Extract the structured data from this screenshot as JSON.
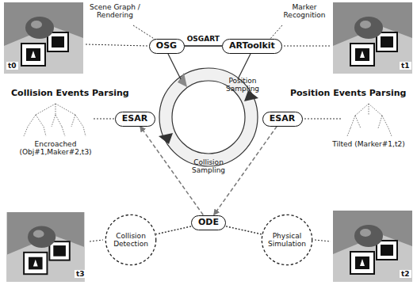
{
  "diagram": {
    "nodes": [
      {
        "text": [
          "OSG"
        ]
      },
      {
        "text": [
          "ARToolkit"
        ]
      },
      {
        "text": [
          "ESAR"
        ]
      },
      {
        "text": [
          "ESAR"
        ]
      },
      {
        "text": [
          "ODE"
        ]
      },
      {
        "text": [
          "Collision Detection"
        ]
      },
      {
        "text": [
          "Physical Simulation"
        ]
      }
    ],
    "edges": [
      {
        "from": 0,
        "to": 1,
        "label": "OSGART",
        "arrow": "none"
      },
      {
        "from": 4,
        "to": 5,
        "arrow": "none"
      },
      {
        "from": 4,
        "to": 6,
        "arrow": "none"
      },
      {
        "from": 3,
        "to": 4,
        "arrow": "to"
      },
      {
        "from": 4,
        "to": 2,
        "arrow": "to"
      }
    ],
    "labels": [
      "Scene Graph / Rendering",
      "Marker Recognition",
      "Position Sampling",
      "Collision Sampling",
      "Collision Events Parsing",
      "Encroached (Obj#1,Maker#2,t3)",
      "Position Events Parsing",
      "Tilted (Marker#1,t2)",
      "t0",
      "t1",
      "t3",
      "t2"
    ]
  }
}
